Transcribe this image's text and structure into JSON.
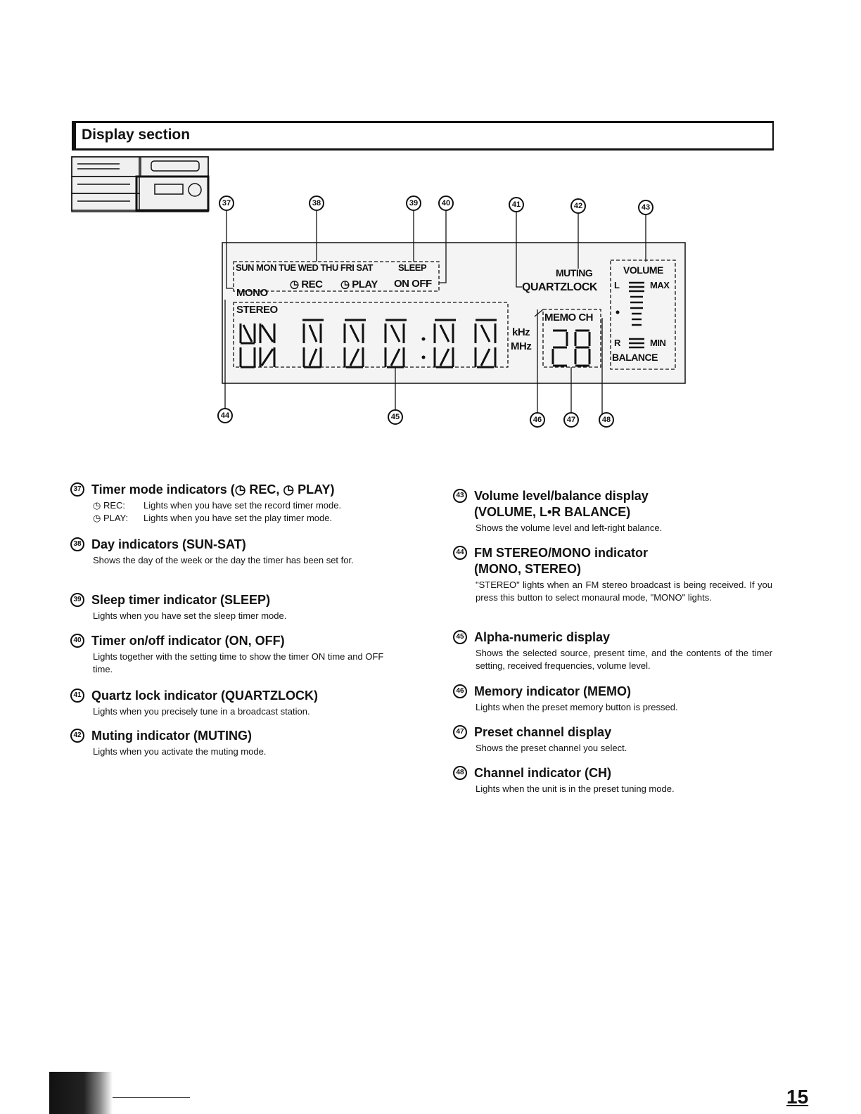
{
  "section": {
    "title": "Display section"
  },
  "diagram": {
    "callouts": [
      "37",
      "38",
      "39",
      "40",
      "41",
      "42",
      "43",
      "44",
      "45",
      "46",
      "47",
      "48"
    ],
    "lcd": {
      "days": "SUN MON TUE WED THU FRI SAT",
      "sleep": "SLEEP",
      "rec": "REC",
      "play": "PLAY",
      "on_off": "ON OFF",
      "mono": "MONO",
      "stereo": "STEREO",
      "muting": "MUTING",
      "quartzlock": "QUARTZLOCK",
      "volume": "VOLUME",
      "l": "L",
      "max": "MAX",
      "r": "R",
      "min": "MIN",
      "balance": "BALANCE",
      "memo_ch": "MEMO CH",
      "khz": "kHz",
      "mhz": "MHz"
    }
  },
  "items": [
    {
      "num": "37",
      "title": "Timer mode indicators (◷ REC, ◷ PLAY)",
      "rows": [
        {
          "k": "◷ REC:",
          "v": "Lights when you have set the record timer mode."
        },
        {
          "k": "◷ PLAY:",
          "v": "Lights when you have set the play timer mode."
        }
      ]
    },
    {
      "num": "38",
      "title": "Day indicators (SUN-SAT)",
      "body": "Shows the day of the week or the day the timer has been set for."
    },
    {
      "num": "39",
      "title": "Sleep timer indicator (SLEEP)",
      "body": "Lights when you have set the sleep timer mode."
    },
    {
      "num": "40",
      "title": "Timer on/off indicator (ON, OFF)",
      "body": "Lights together with the setting time to show the timer ON time and OFF time."
    },
    {
      "num": "41",
      "title": "Quartz lock indicator (QUARTZLOCK)",
      "body": "Lights when you precisely tune in a broadcast station."
    },
    {
      "num": "42",
      "title": "Muting indicator (MUTING)",
      "body": "Lights when you activate the muting mode."
    },
    {
      "num": "43",
      "title": "Volume level/balance display",
      "title2": "(VOLUME, L•R BALANCE)",
      "body": "Shows the volume level and left-right balance."
    },
    {
      "num": "44",
      "title": "FM STEREO/MONO indicator",
      "title2": "(MONO, STEREO)",
      "body": "\"STEREO\" lights when an FM stereo broadcast is being received. If you press this button to select monaural mode, \"MONO\" lights."
    },
    {
      "num": "45",
      "title": "Alpha-numeric display",
      "body": "Shows the selected source, present time, and the contents of the timer setting, received frequencies, volume level."
    },
    {
      "num": "46",
      "title": "Memory indicator (MEMO)",
      "body": "Lights when the preset memory button is pressed."
    },
    {
      "num": "47",
      "title": "Preset channel display",
      "body": "Shows the preset channel you select."
    },
    {
      "num": "48",
      "title": "Channel indicator (CH)",
      "body": "Lights when the unit is in the preset tuning mode."
    }
  ],
  "page_number": "15"
}
